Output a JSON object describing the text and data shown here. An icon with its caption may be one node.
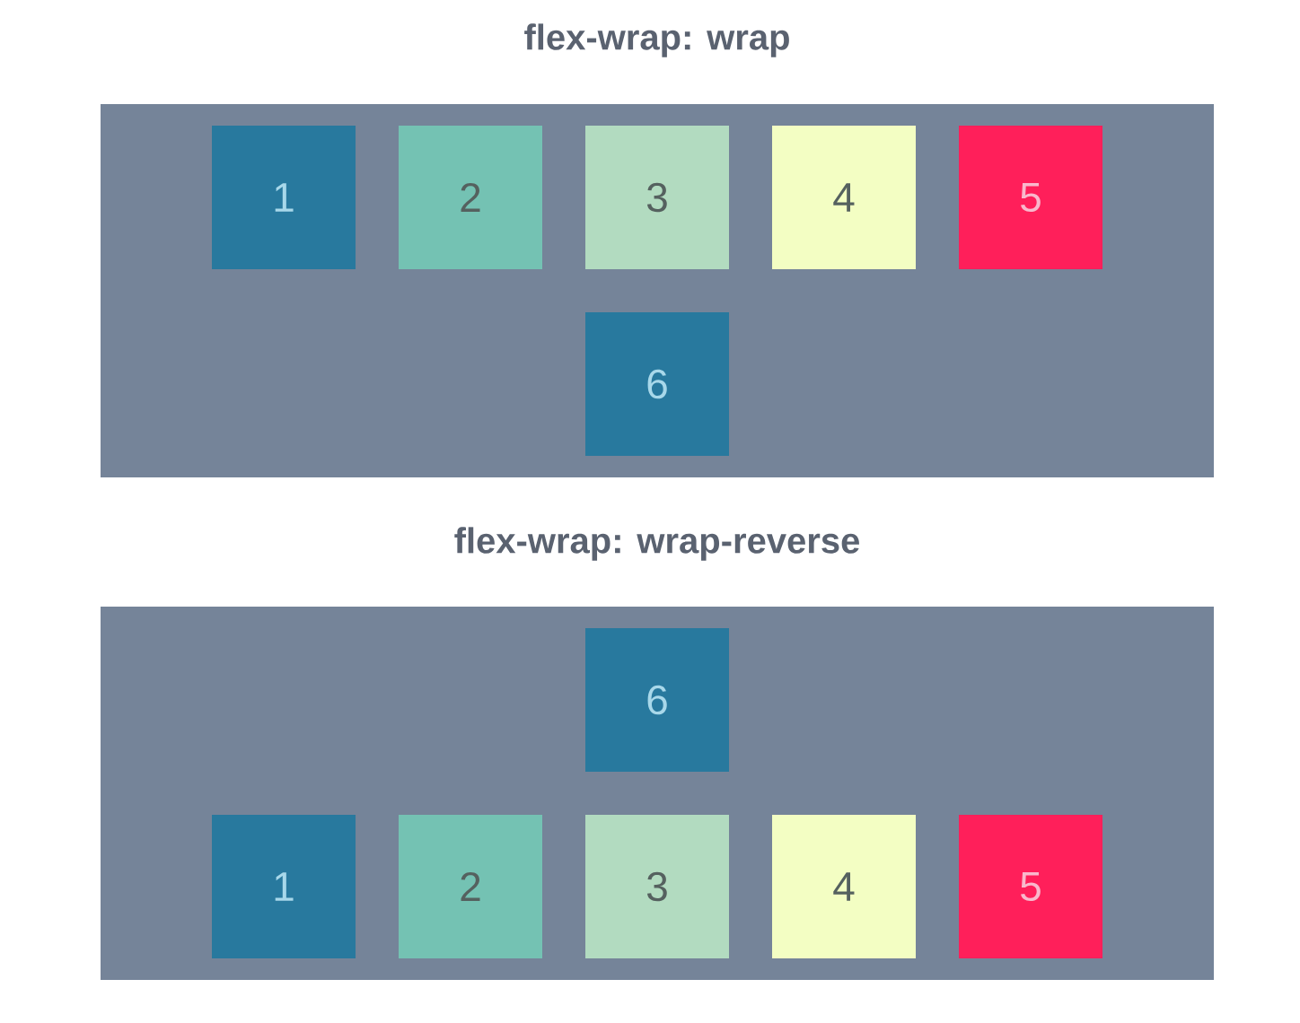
{
  "diagram": {
    "nodes": [
      {
        "text": [
          "flex-wrap: wrap"
        ]
      },
      {
        "text": [
          "1"
        ],
        "in": 0
      },
      {
        "text": [
          "2"
        ],
        "in": 0
      },
      {
        "text": [
          "3"
        ],
        "in": 0
      },
      {
        "text": [
          "4"
        ],
        "in": 0
      },
      {
        "text": [
          "5"
        ],
        "in": 0
      },
      {
        "text": [
          "6"
        ],
        "in": 0
      },
      {
        "text": [
          "flex-wrap: wrap-reverse"
        ]
      },
      {
        "text": [
          "6"
        ],
        "in": 7
      },
      {
        "text": [
          "1"
        ],
        "in": 7
      },
      {
        "text": [
          "2"
        ],
        "in": 7
      },
      {
        "text": [
          "3"
        ],
        "in": 7
      },
      {
        "text": [
          "4"
        ],
        "in": 7
      },
      {
        "text": [
          "5"
        ],
        "in": 7
      }
    ],
    "edges": []
  }
}
